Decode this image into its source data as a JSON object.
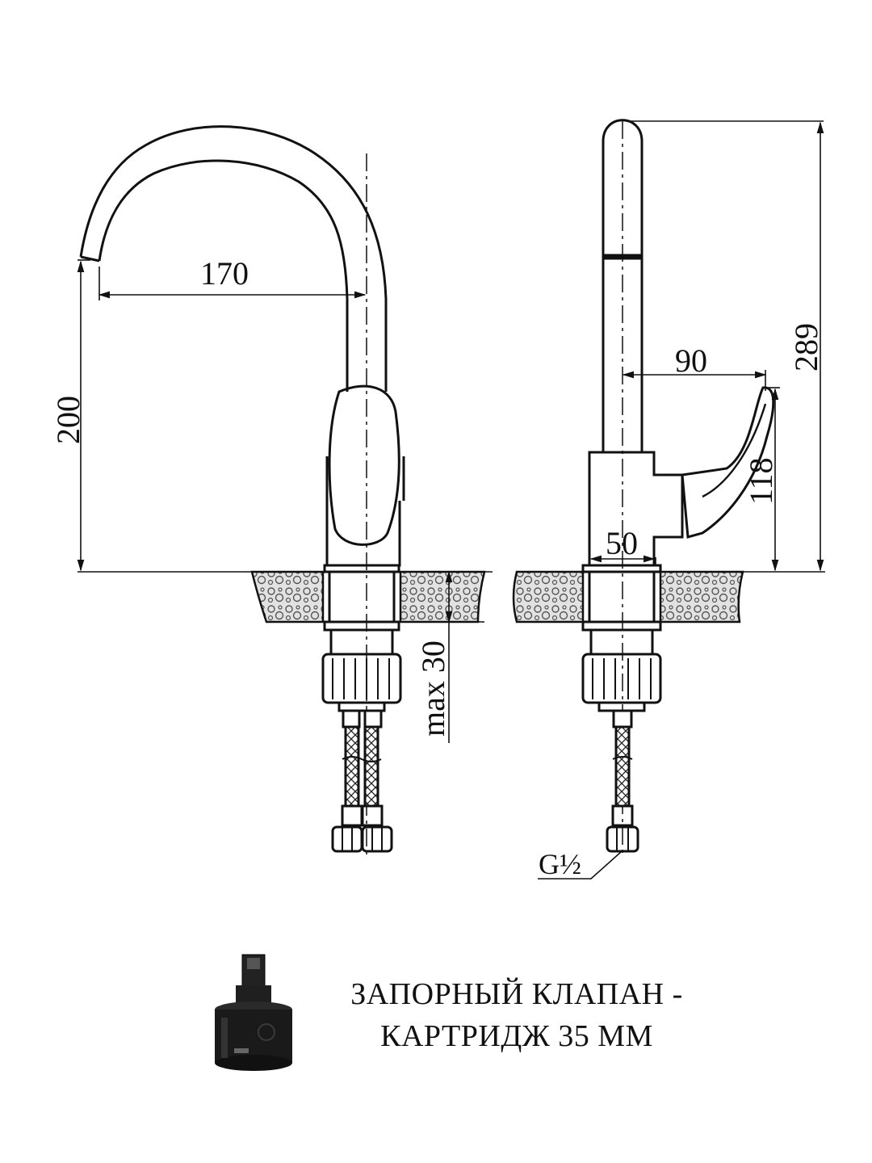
{
  "dimensions": {
    "spout_reach": "170",
    "spout_height": "200",
    "max_counter_thickness": "max 30",
    "total_height": "289",
    "lever_reach": "90",
    "lever_height": "118",
    "base_diameter": "50",
    "thread": "G½"
  },
  "caption": {
    "line1": "ЗАПОРНЫЙ КЛАПАН -",
    "line2": "КАРТРИДЖ 35 ММ"
  },
  "cartridge_icon": "cartridge-35mm-photo",
  "colors": {
    "line": "#111111",
    "stone_fill": "#cfcfcf",
    "cartridge": "#1a1a1a"
  }
}
